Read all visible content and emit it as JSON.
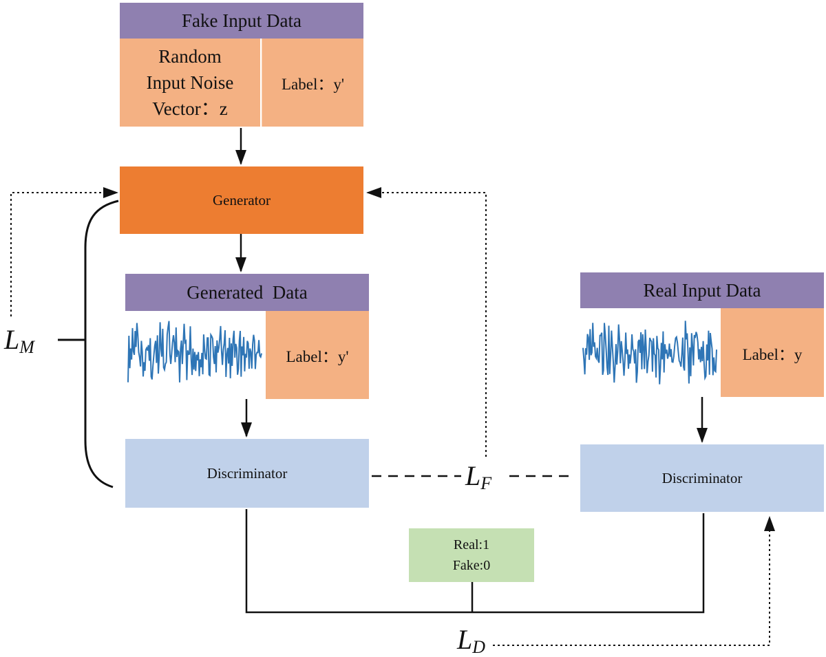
{
  "fake_input": {
    "title": "Fake Input Data",
    "noise_lines": [
      "Random",
      "Input Noise",
      "Vector：z"
    ],
    "label": "Label：y'"
  },
  "generator": {
    "label": "Generator"
  },
  "generated_data": {
    "title": "Generated  Data",
    "label": "Label：y'"
  },
  "real_input": {
    "title": "Real Input Data",
    "label": "Label：y"
  },
  "discriminator_left": {
    "label": "Discriminator"
  },
  "discriminator_right": {
    "label": "Discriminator"
  },
  "real_fake": {
    "line1": "Real:1",
    "line2": "Fake:0"
  },
  "losses": {
    "lm": {
      "main": "L",
      "sub": "M"
    },
    "lf": {
      "main": "L",
      "sub": "F"
    },
    "ld": {
      "main": "L",
      "sub": "D"
    }
  },
  "colors": {
    "header": "#8f80b0",
    "peach": "#f4b183",
    "generator": "#ed7d31",
    "discriminator": "#c0d1ea",
    "real_fake": "#c5e0b3",
    "signal": "#2e75b6"
  }
}
